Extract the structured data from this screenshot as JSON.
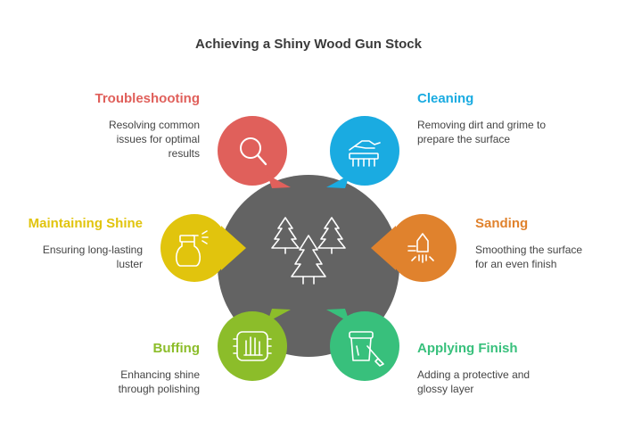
{
  "title": "Achieving a Shiny Wood Gun Stock",
  "steps": [
    {
      "label": "Troubleshooting",
      "description": "Resolving common issues for optimal results",
      "color": "#e0605b",
      "icon": "magnifier-icon"
    },
    {
      "label": "Cleaning",
      "description": "Removing dirt and grime to prepare the surface",
      "color": "#1aabe1",
      "icon": "cleaning-brush-icon"
    },
    {
      "label": "Maintaining Shine",
      "description": "Ensuring long-lasting luster",
      "color": "#e1c40d",
      "icon": "spray-bottle-icon"
    },
    {
      "label": "Sanding",
      "description": "Smoothing the surface for an even finish",
      "color": "#e0822d",
      "icon": "sanding-block-icon"
    },
    {
      "label": "Buffing",
      "description": "Enhancing shine through polishing",
      "color": "#8cbd2a",
      "icon": "polishing-hand-icon"
    },
    {
      "label": "Applying Finish",
      "description": "Adding a protective and glossy layer",
      "color": "#38c07c",
      "icon": "paint-pot-brush-icon"
    }
  ],
  "center": {
    "color": "#636363",
    "icon": "pine-trees-icon"
  }
}
